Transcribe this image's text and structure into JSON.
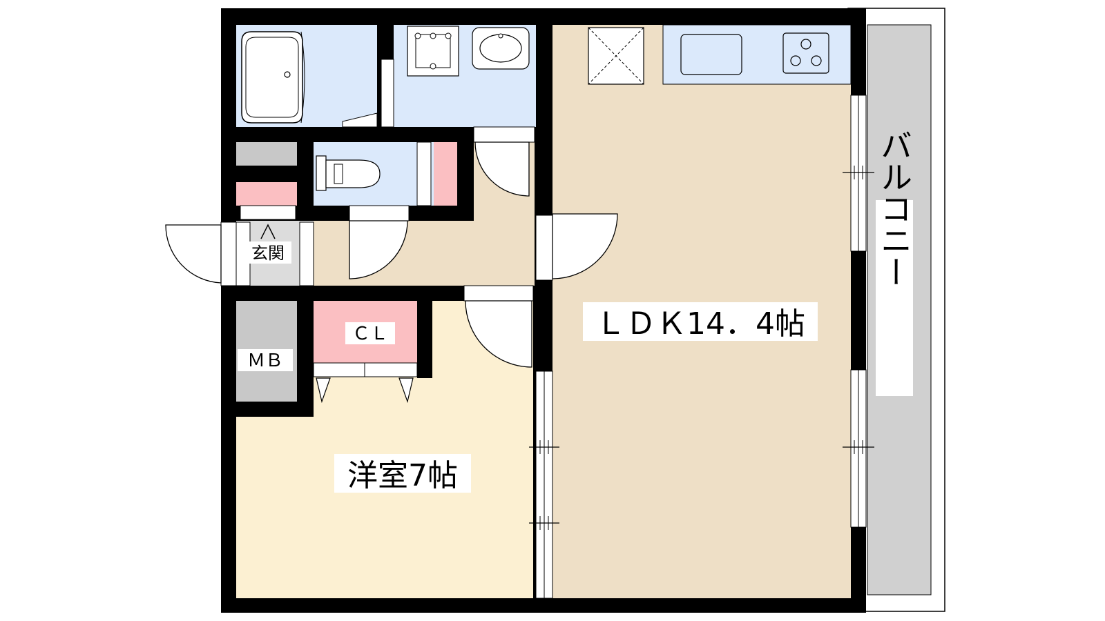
{
  "labels": {
    "ldk": "ＬＤＫ14．4帖",
    "western_room": "洋室7帖",
    "entrance": "玄関",
    "closet": "ＣＬ",
    "meter_box": "ＭＢ",
    "balcony": "バルコニー"
  },
  "colors": {
    "wall": "#000000",
    "ldk_floor": "#eedfc6",
    "western_floor": "#fcf0d2",
    "wet_area": "#dbe9fb",
    "closet": "#fbbfc2",
    "storage_gray": "#c8c8c8",
    "balcony": "#d0d0d0"
  },
  "icons": [
    "bathtub-icon",
    "washer-icon",
    "sink-icon",
    "toilet-icon",
    "refrigerator-space-icon",
    "kitchen-sink-icon",
    "stove-icon"
  ]
}
